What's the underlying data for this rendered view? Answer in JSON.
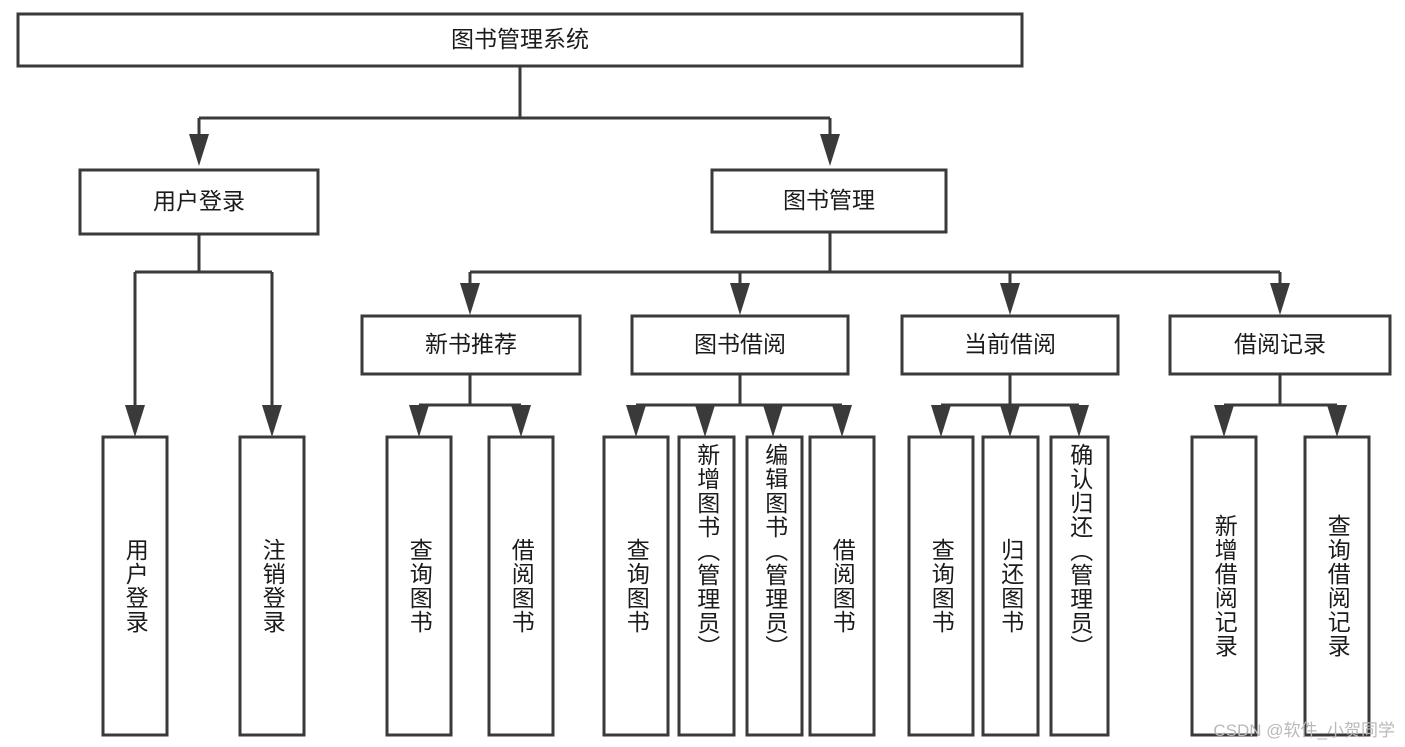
{
  "diagram": {
    "title": "图书管理系统",
    "type": "tree",
    "orientation": "top-down",
    "watermark": "CSDN @软件_小贺同学",
    "colors": {
      "stroke": "#3a3a3a",
      "box_fill": "#ffffff",
      "text": "#1b1b1b",
      "background": "#ffffff",
      "watermark": "#b9b9b9"
    }
  },
  "nodes": {
    "root": {
      "label": "图书管理系统",
      "level": 0
    },
    "level1": [
      {
        "id": "user-login",
        "label": "用户登录"
      },
      {
        "id": "book-manage",
        "label": "图书管理"
      }
    ],
    "level2": [
      {
        "id": "new-book-rec",
        "label": "新书推荐",
        "parent": "book-manage"
      },
      {
        "id": "book-borrow",
        "label": "图书借阅",
        "parent": "book-manage"
      },
      {
        "id": "current-borrow",
        "label": "当前借阅",
        "parent": "book-manage"
      },
      {
        "id": "borrow-record",
        "label": "借阅记录",
        "parent": "book-manage"
      }
    ],
    "leaves": [
      {
        "id": "leaf-user-login",
        "label": "用户登录",
        "parent": "user-login"
      },
      {
        "id": "leaf-logout",
        "label": "注销登录",
        "parent": "user-login"
      },
      {
        "id": "leaf-query-book-1",
        "label": "查询图书",
        "parent": "new-book-rec"
      },
      {
        "id": "leaf-borrow-book-1",
        "label": "借阅图书",
        "parent": "new-book-rec"
      },
      {
        "id": "leaf-query-book-2",
        "label": "查询图书",
        "parent": "book-borrow"
      },
      {
        "id": "leaf-add-book",
        "label": "新增图书（管理员）",
        "parent": "book-borrow"
      },
      {
        "id": "leaf-edit-book",
        "label": "编辑图书（管理员）",
        "parent": "book-borrow"
      },
      {
        "id": "leaf-borrow-book-2",
        "label": "借阅图书",
        "parent": "book-borrow"
      },
      {
        "id": "leaf-query-book-3",
        "label": "查询图书",
        "parent": "current-borrow"
      },
      {
        "id": "leaf-return-book",
        "label": "归还图书",
        "parent": "current-borrow"
      },
      {
        "id": "leaf-confirm-return",
        "label": "确认归还（管理员）",
        "parent": "current-borrow"
      },
      {
        "id": "leaf-add-record",
        "label": "新增借阅记录",
        "parent": "borrow-record"
      },
      {
        "id": "leaf-query-record",
        "label": "查询借阅记录",
        "parent": "borrow-record"
      }
    ]
  }
}
